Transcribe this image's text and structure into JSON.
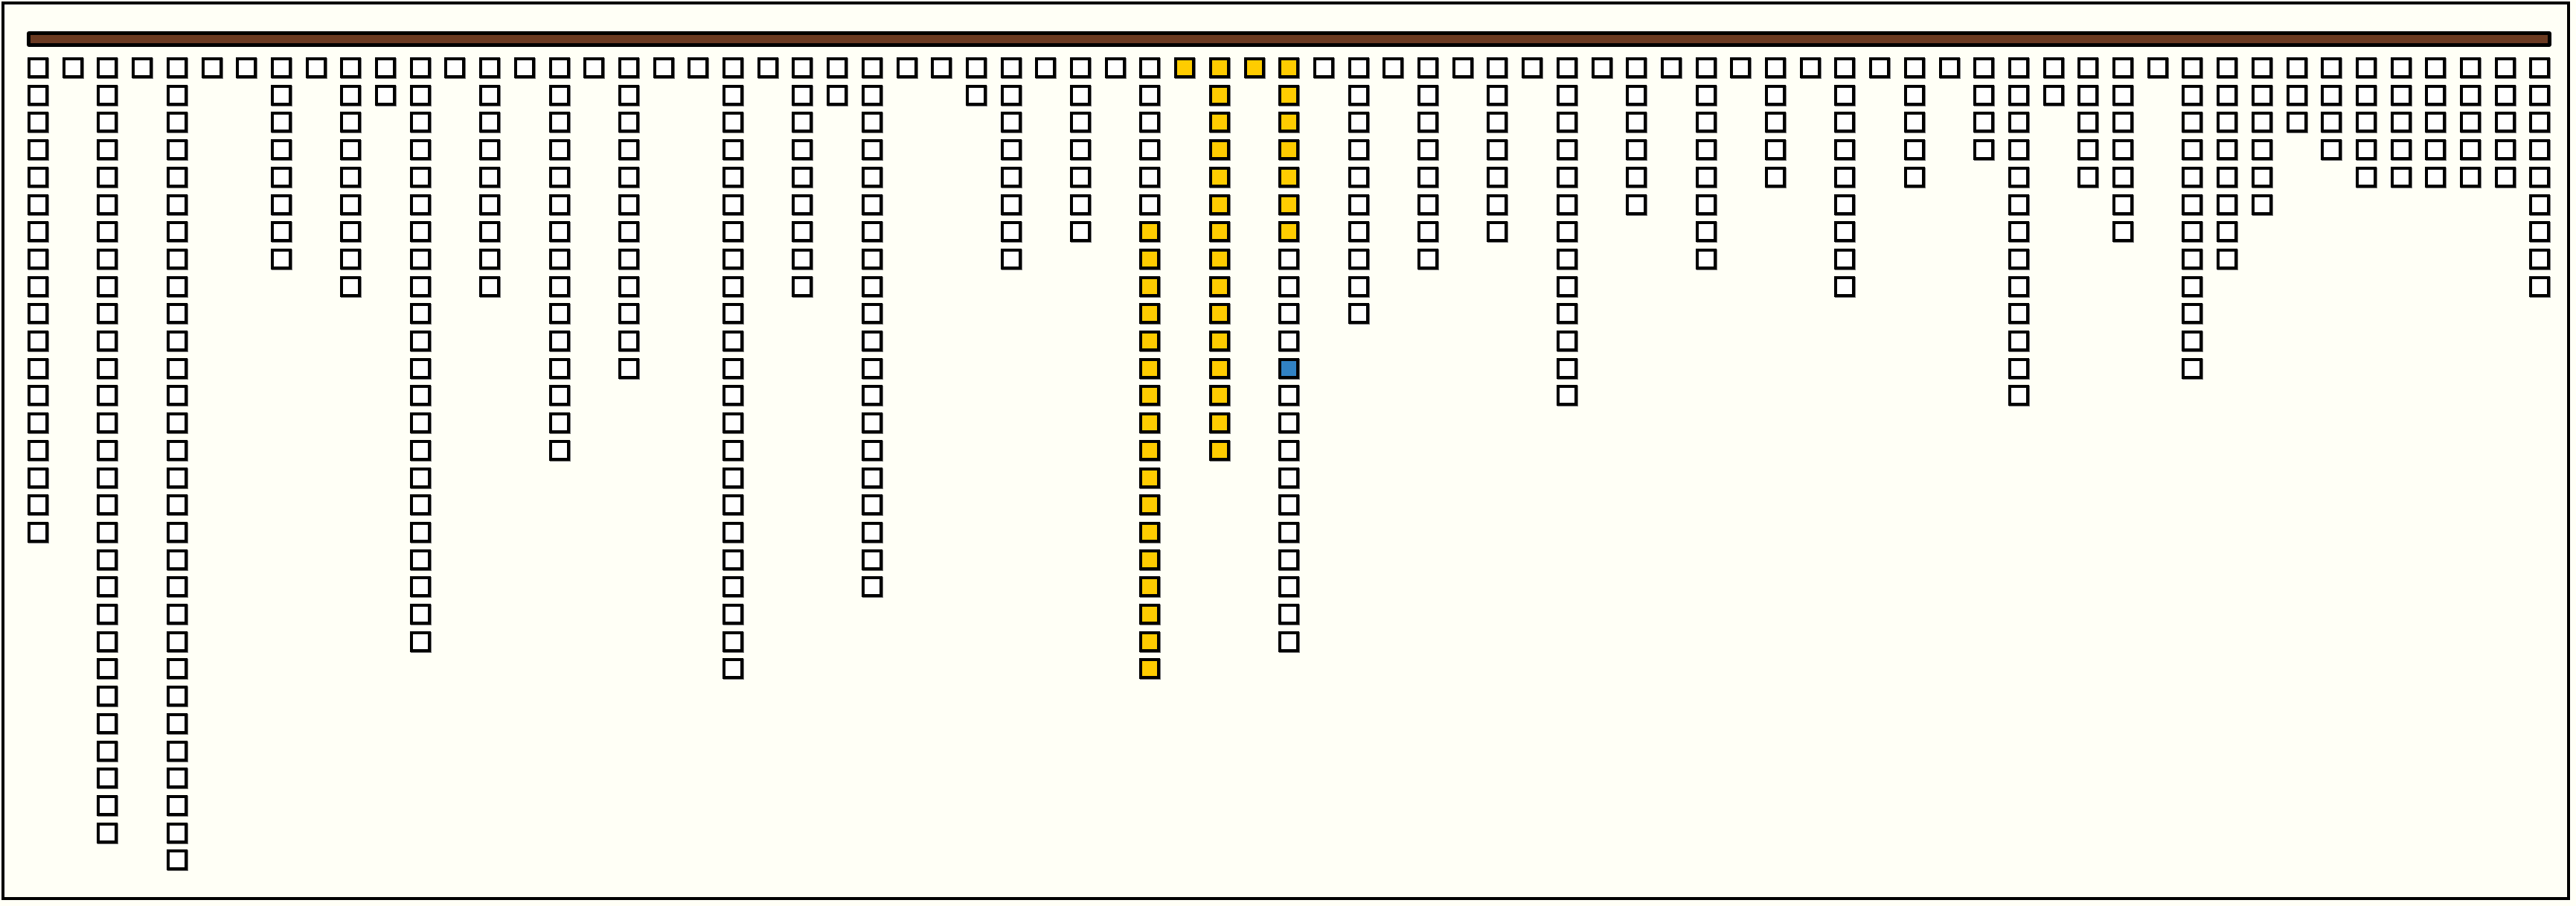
{
  "colors": {
    "background": "#fffff6",
    "bar": "#6b3a22",
    "empty": "#ffffff",
    "yellow": "#ffcc00",
    "blue": "#3182c4"
  },
  "columns": [
    {
      "n": 18
    },
    {
      "n": 1
    },
    {
      "n": 29
    },
    {
      "n": 1
    },
    {
      "n": 30
    },
    {
      "n": 1
    },
    {
      "n": 1
    },
    {
      "n": 8
    },
    {
      "n": 1
    },
    {
      "n": 9
    },
    {
      "n": 2
    },
    {
      "n": 22
    },
    {
      "n": 1
    },
    {
      "n": 9
    },
    {
      "n": 1
    },
    {
      "n": 15
    },
    {
      "n": 1
    },
    {
      "n": 12
    },
    {
      "n": 1
    },
    {
      "n": 1
    },
    {
      "n": 23
    },
    {
      "n": 1
    },
    {
      "n": 9
    },
    {
      "n": 2
    },
    {
      "n": 20
    },
    {
      "n": 1
    },
    {
      "n": 1
    },
    {
      "n": 2
    },
    {
      "n": 8
    },
    {
      "n": 1
    },
    {
      "n": 7
    },
    {
      "n": 1
    },
    {
      "n": 23,
      "yellow": [
        6,
        22
      ]
    },
    {
      "n": 1,
      "yellow": [
        0,
        0
      ]
    },
    {
      "n": 15,
      "yellow": [
        0,
        14
      ]
    },
    {
      "n": 1,
      "yellow": [
        0,
        0
      ]
    },
    {
      "n": 22,
      "yellow": [
        0,
        6
      ],
      "blue": 11
    },
    {
      "n": 1
    },
    {
      "n": 10
    },
    {
      "n": 1
    },
    {
      "n": 8
    },
    {
      "n": 1
    },
    {
      "n": 7
    },
    {
      "n": 1
    },
    {
      "n": 13
    },
    {
      "n": 1
    },
    {
      "n": 6
    },
    {
      "n": 1
    },
    {
      "n": 8
    },
    {
      "n": 1
    },
    {
      "n": 5
    },
    {
      "n": 1
    },
    {
      "n": 9
    },
    {
      "n": 1
    },
    {
      "n": 5
    },
    {
      "n": 1
    },
    {
      "n": 4
    },
    {
      "n": 13
    },
    {
      "n": 2
    },
    {
      "n": 5
    },
    {
      "n": 7
    },
    {
      "n": 1
    },
    {
      "n": 12
    },
    {
      "n": 8
    },
    {
      "n": 6
    },
    {
      "n": 3
    },
    {
      "n": 4
    },
    {
      "n": 5
    },
    {
      "n": 5
    },
    {
      "n": 5
    },
    {
      "n": 5
    },
    {
      "n": 5
    },
    {
      "n": 9
    }
  ]
}
